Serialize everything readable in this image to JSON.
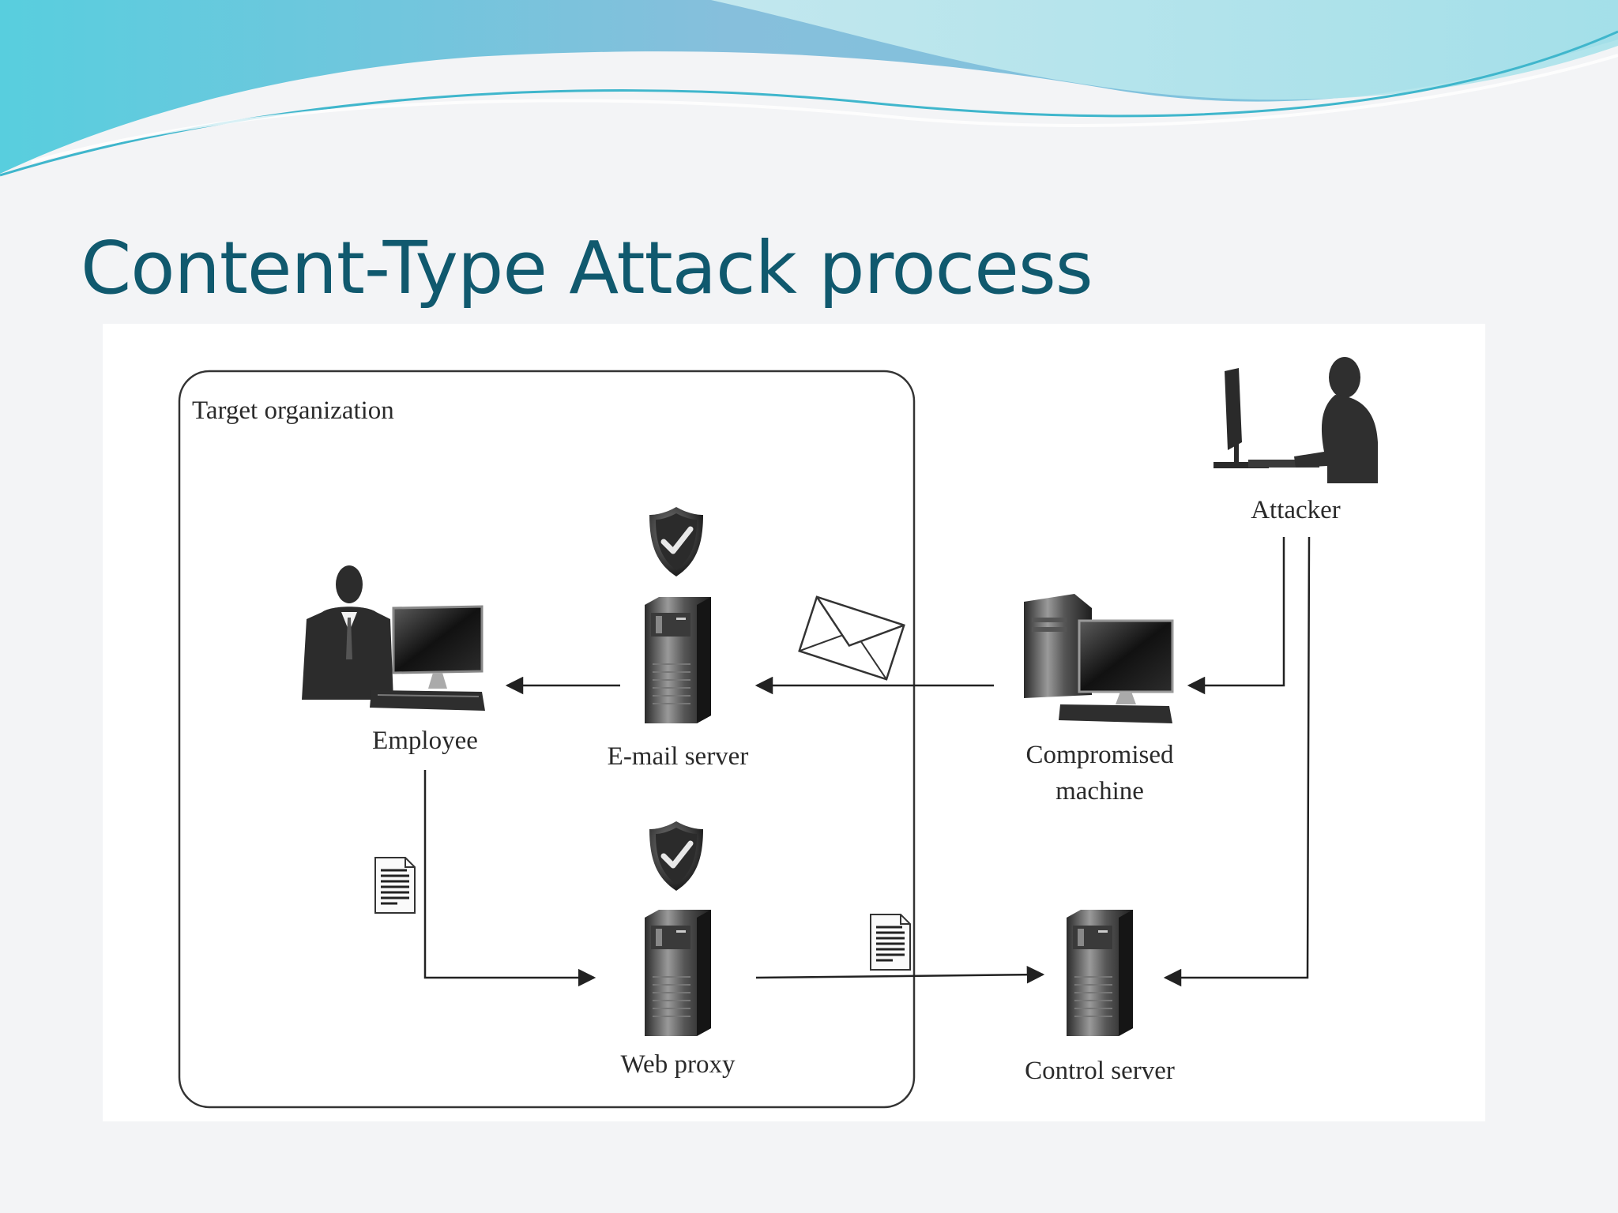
{
  "slide": {
    "title": "Content-Type Attack process"
  },
  "diagram": {
    "organization_label": "Target organization",
    "nodes": {
      "employee": "Employee",
      "email_server": "E-mail server",
      "web_proxy": "Web proxy",
      "compromised_machine": [
        "Compromised",
        "machine"
      ],
      "control_server": "Control server",
      "attacker": "Attacker"
    },
    "edges": [
      {
        "from": "compromised_machine",
        "to": "email_server",
        "carries": "envelope-icon"
      },
      {
        "from": "email_server",
        "to": "employee"
      },
      {
        "from": "attacker",
        "to": "compromised_machine"
      },
      {
        "from": "employee",
        "to": "web_proxy",
        "carries": "document-icon"
      },
      {
        "from": "web_proxy",
        "to": "control_server",
        "carries": "document-icon"
      },
      {
        "from": "attacker",
        "to": "control_server"
      }
    ]
  },
  "theme": {
    "title_color": "#10596e",
    "wave_colors": [
      "#6fd0df",
      "#8cc2dc",
      "#bde6ec"
    ]
  }
}
